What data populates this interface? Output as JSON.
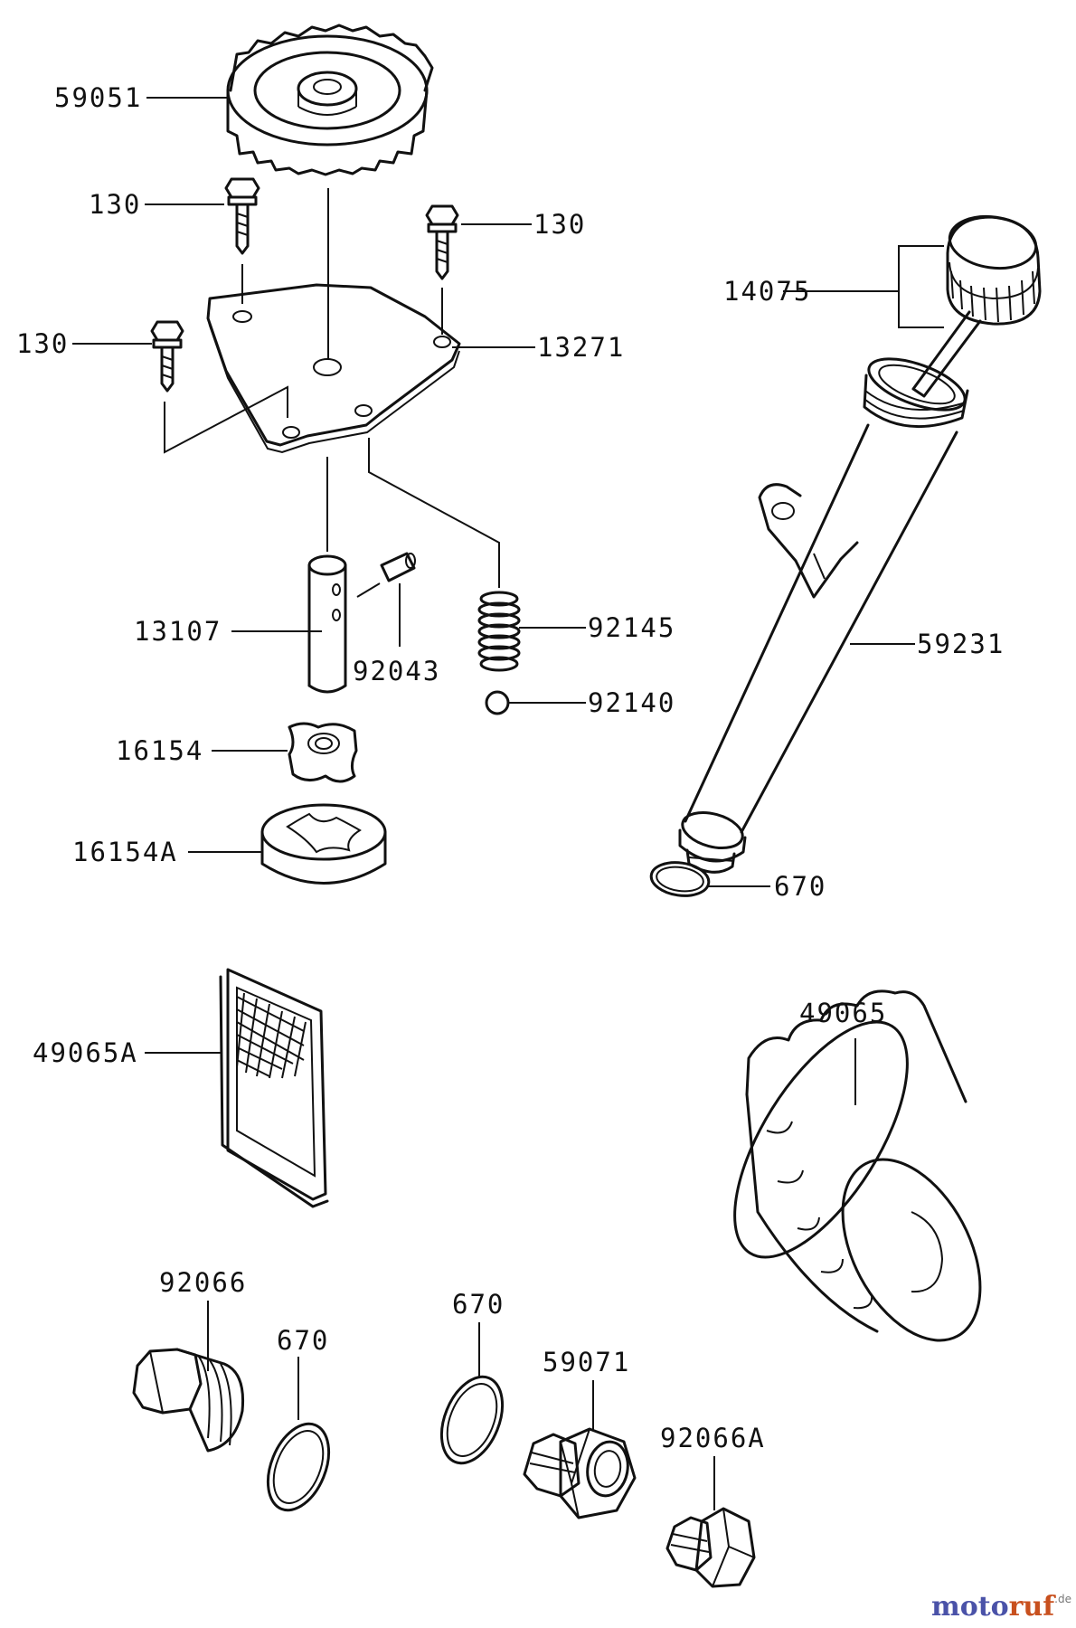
{
  "labels": {
    "p59051": "59051",
    "p130_a": "130",
    "p130_b": "130",
    "p130_c": "130",
    "p13271": "13271",
    "p14075": "14075",
    "p13107": "13107",
    "p92043": "92043",
    "p92145": "92145",
    "p92140": "92140",
    "p59231": "59231",
    "p16154": "16154",
    "p16154A": "16154A",
    "p670_a": "670",
    "p49065A": "49065A",
    "p49065": "49065",
    "p92066": "92066",
    "p670_b": "670",
    "p670_c": "670",
    "p59071": "59071",
    "p92066A": "92066A"
  },
  "watermark": {
    "moto": "moto",
    "ruf": "ruf",
    "tld": ".de"
  }
}
